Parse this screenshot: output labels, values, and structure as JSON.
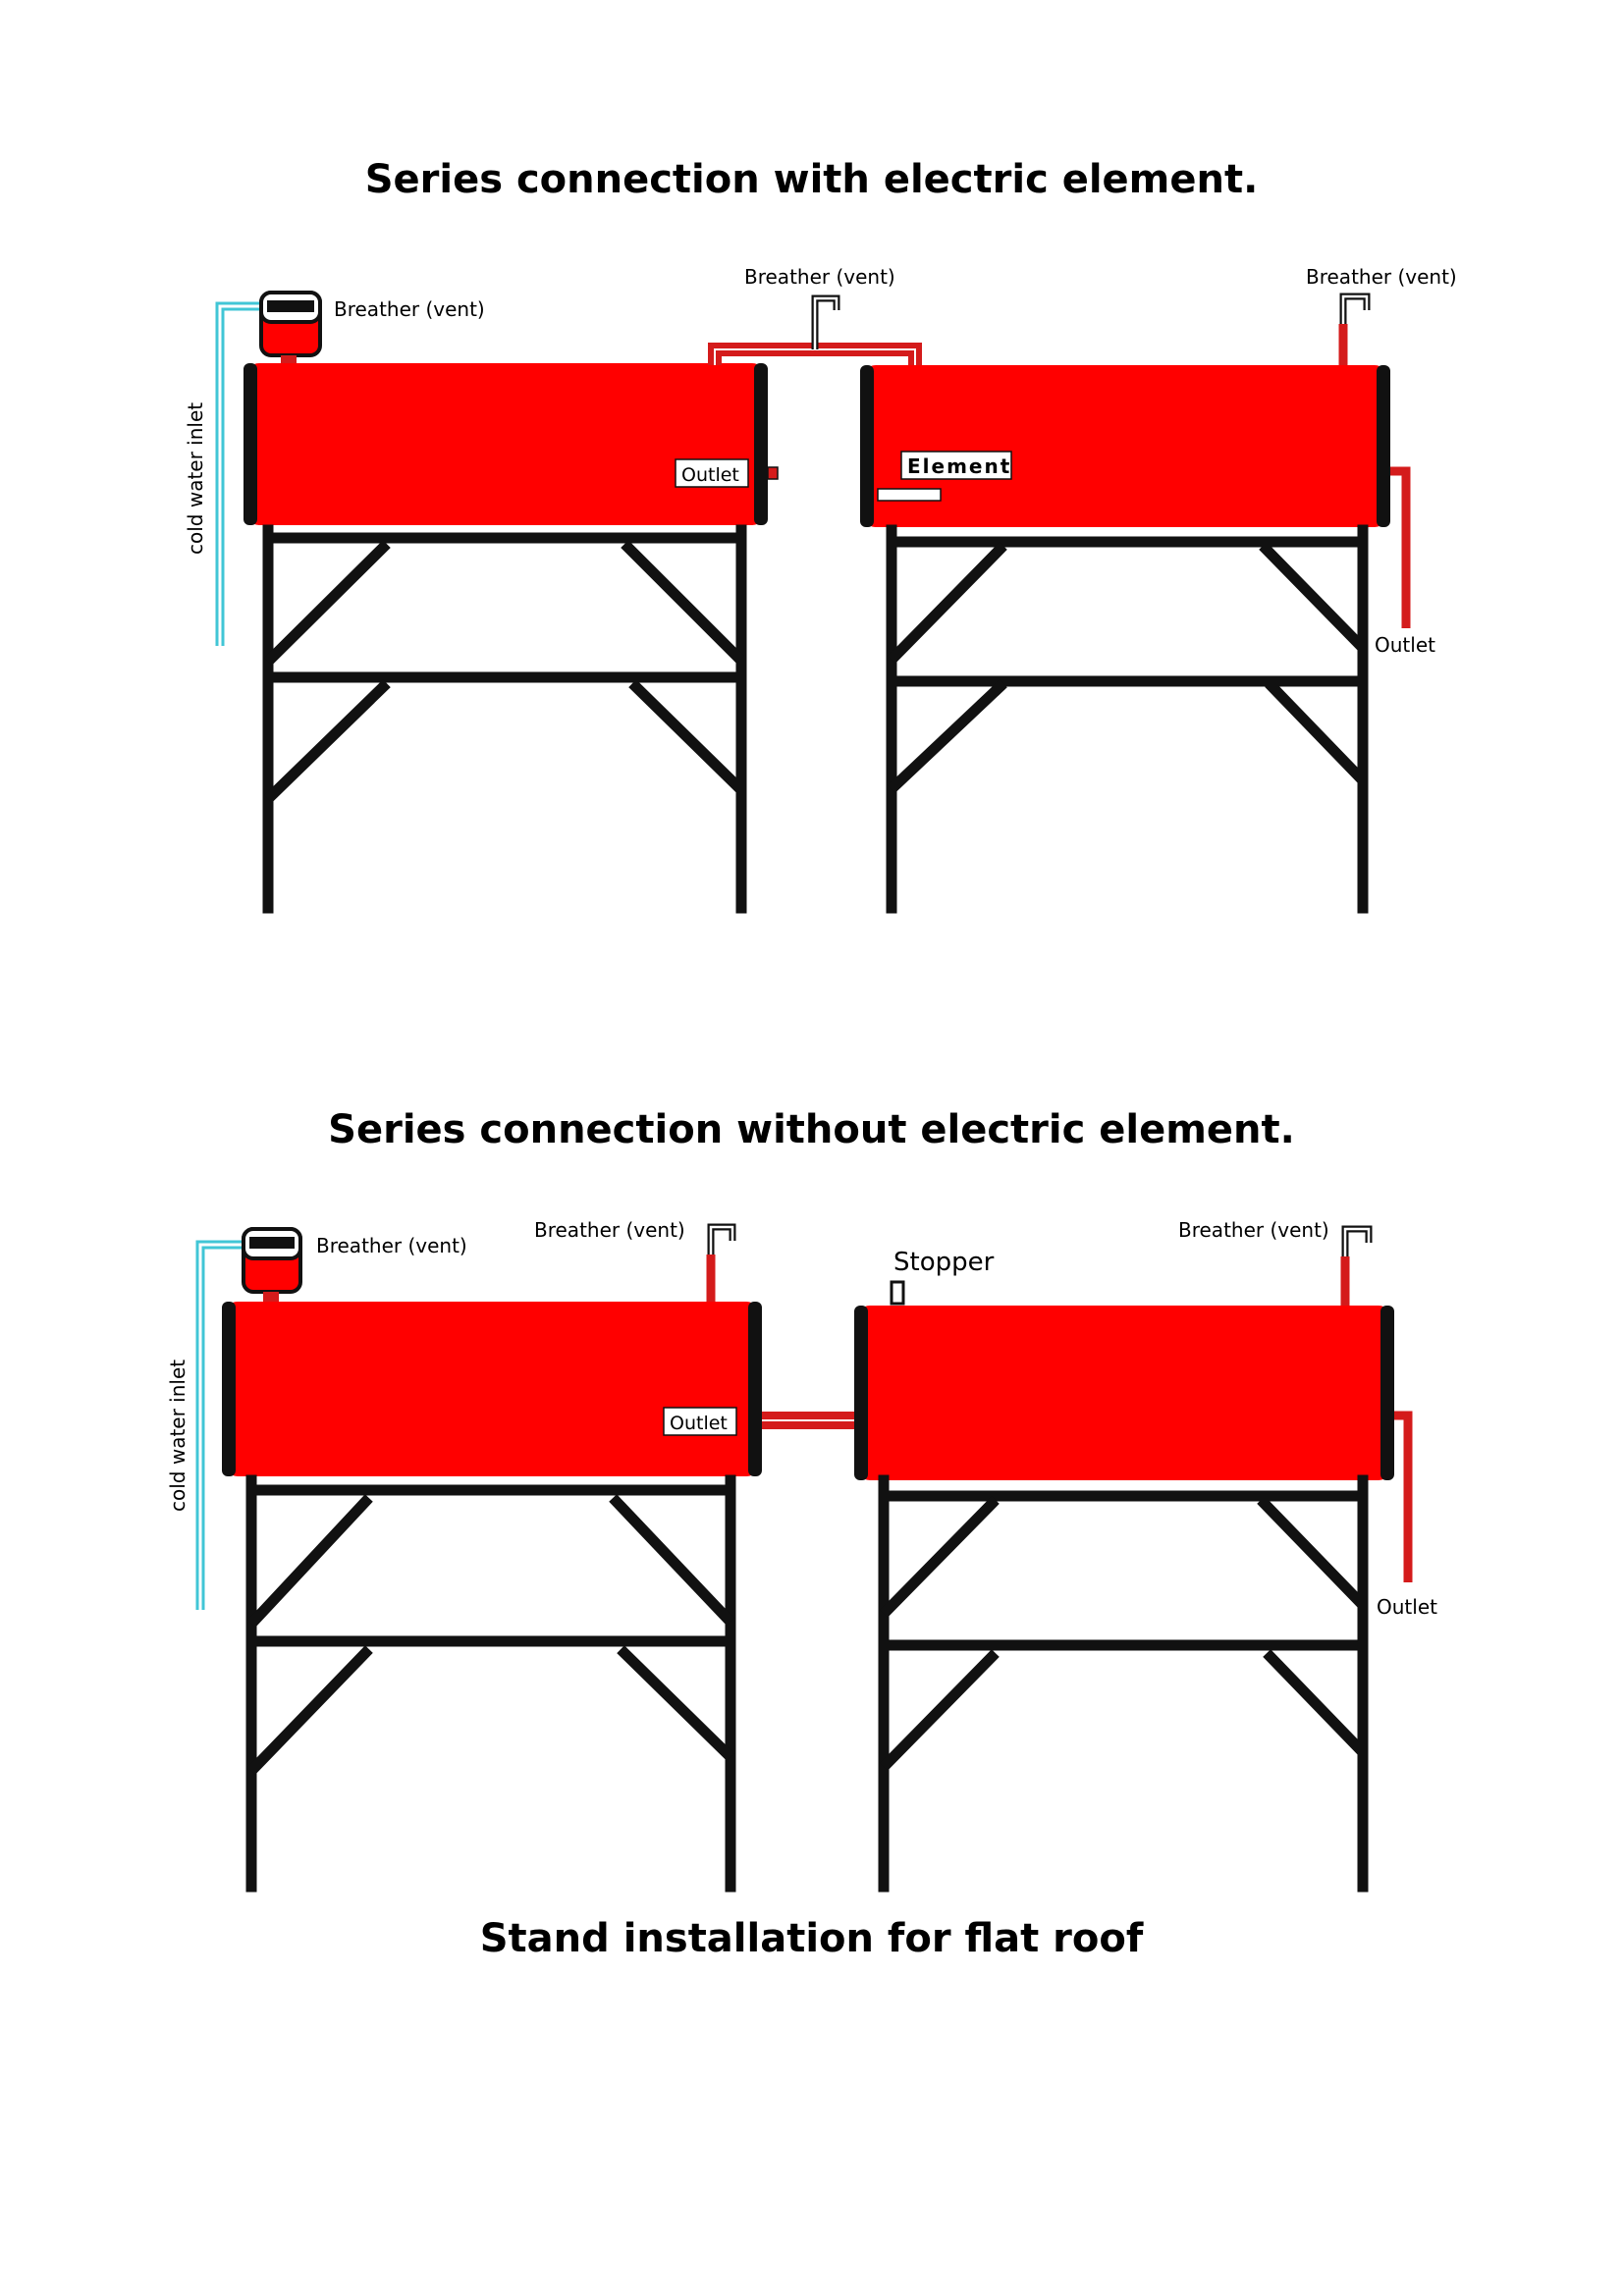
{
  "titles": {
    "top": "Series connection with electric element.",
    "middle": "Series connection without electric element.",
    "bottom": "Stand installation for flat roof"
  },
  "diagram_1": {
    "cold_inlet": "cold water inlet",
    "breather_left": "Breather (vent)",
    "breather_middle": "Breather (vent)",
    "breather_right": "Breather (vent)",
    "outlet_left": "Outlet",
    "element": "Element",
    "outlet_right": "Outlet"
  },
  "diagram_2": {
    "cold_inlet": "cold water inlet",
    "breather_left": "Breather (vent)",
    "breather_middle": "Breather (vent)",
    "stopper": "Stopper",
    "breather_right": "Breather (vent)",
    "outlet_left": "Outlet",
    "outlet_right": "Outlet"
  },
  "colors": {
    "tank_red": "#ff0000",
    "pipe_red": "#d41b1b",
    "cold_pipe": "#41c6d6",
    "frame": "#111111",
    "label_bg": "#ffffff"
  }
}
